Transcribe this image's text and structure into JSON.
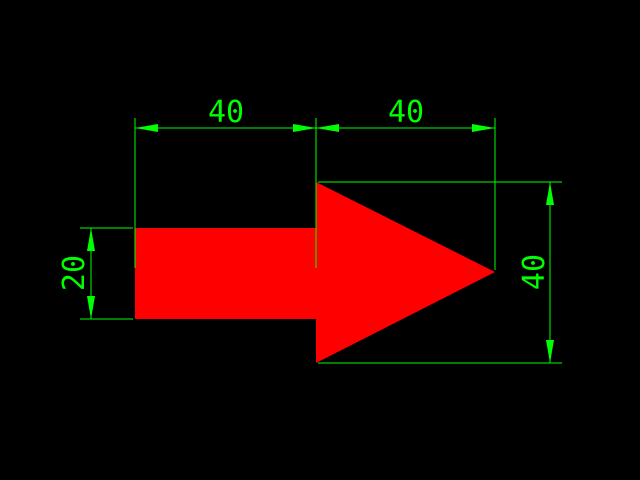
{
  "colors": {
    "background": "#000000",
    "shape_fill": "#ff0000",
    "dimension": "#00ff00"
  },
  "dimensions": {
    "shaft_length": "40",
    "head_length": "40",
    "shaft_width": "20",
    "head_width": "40"
  }
}
